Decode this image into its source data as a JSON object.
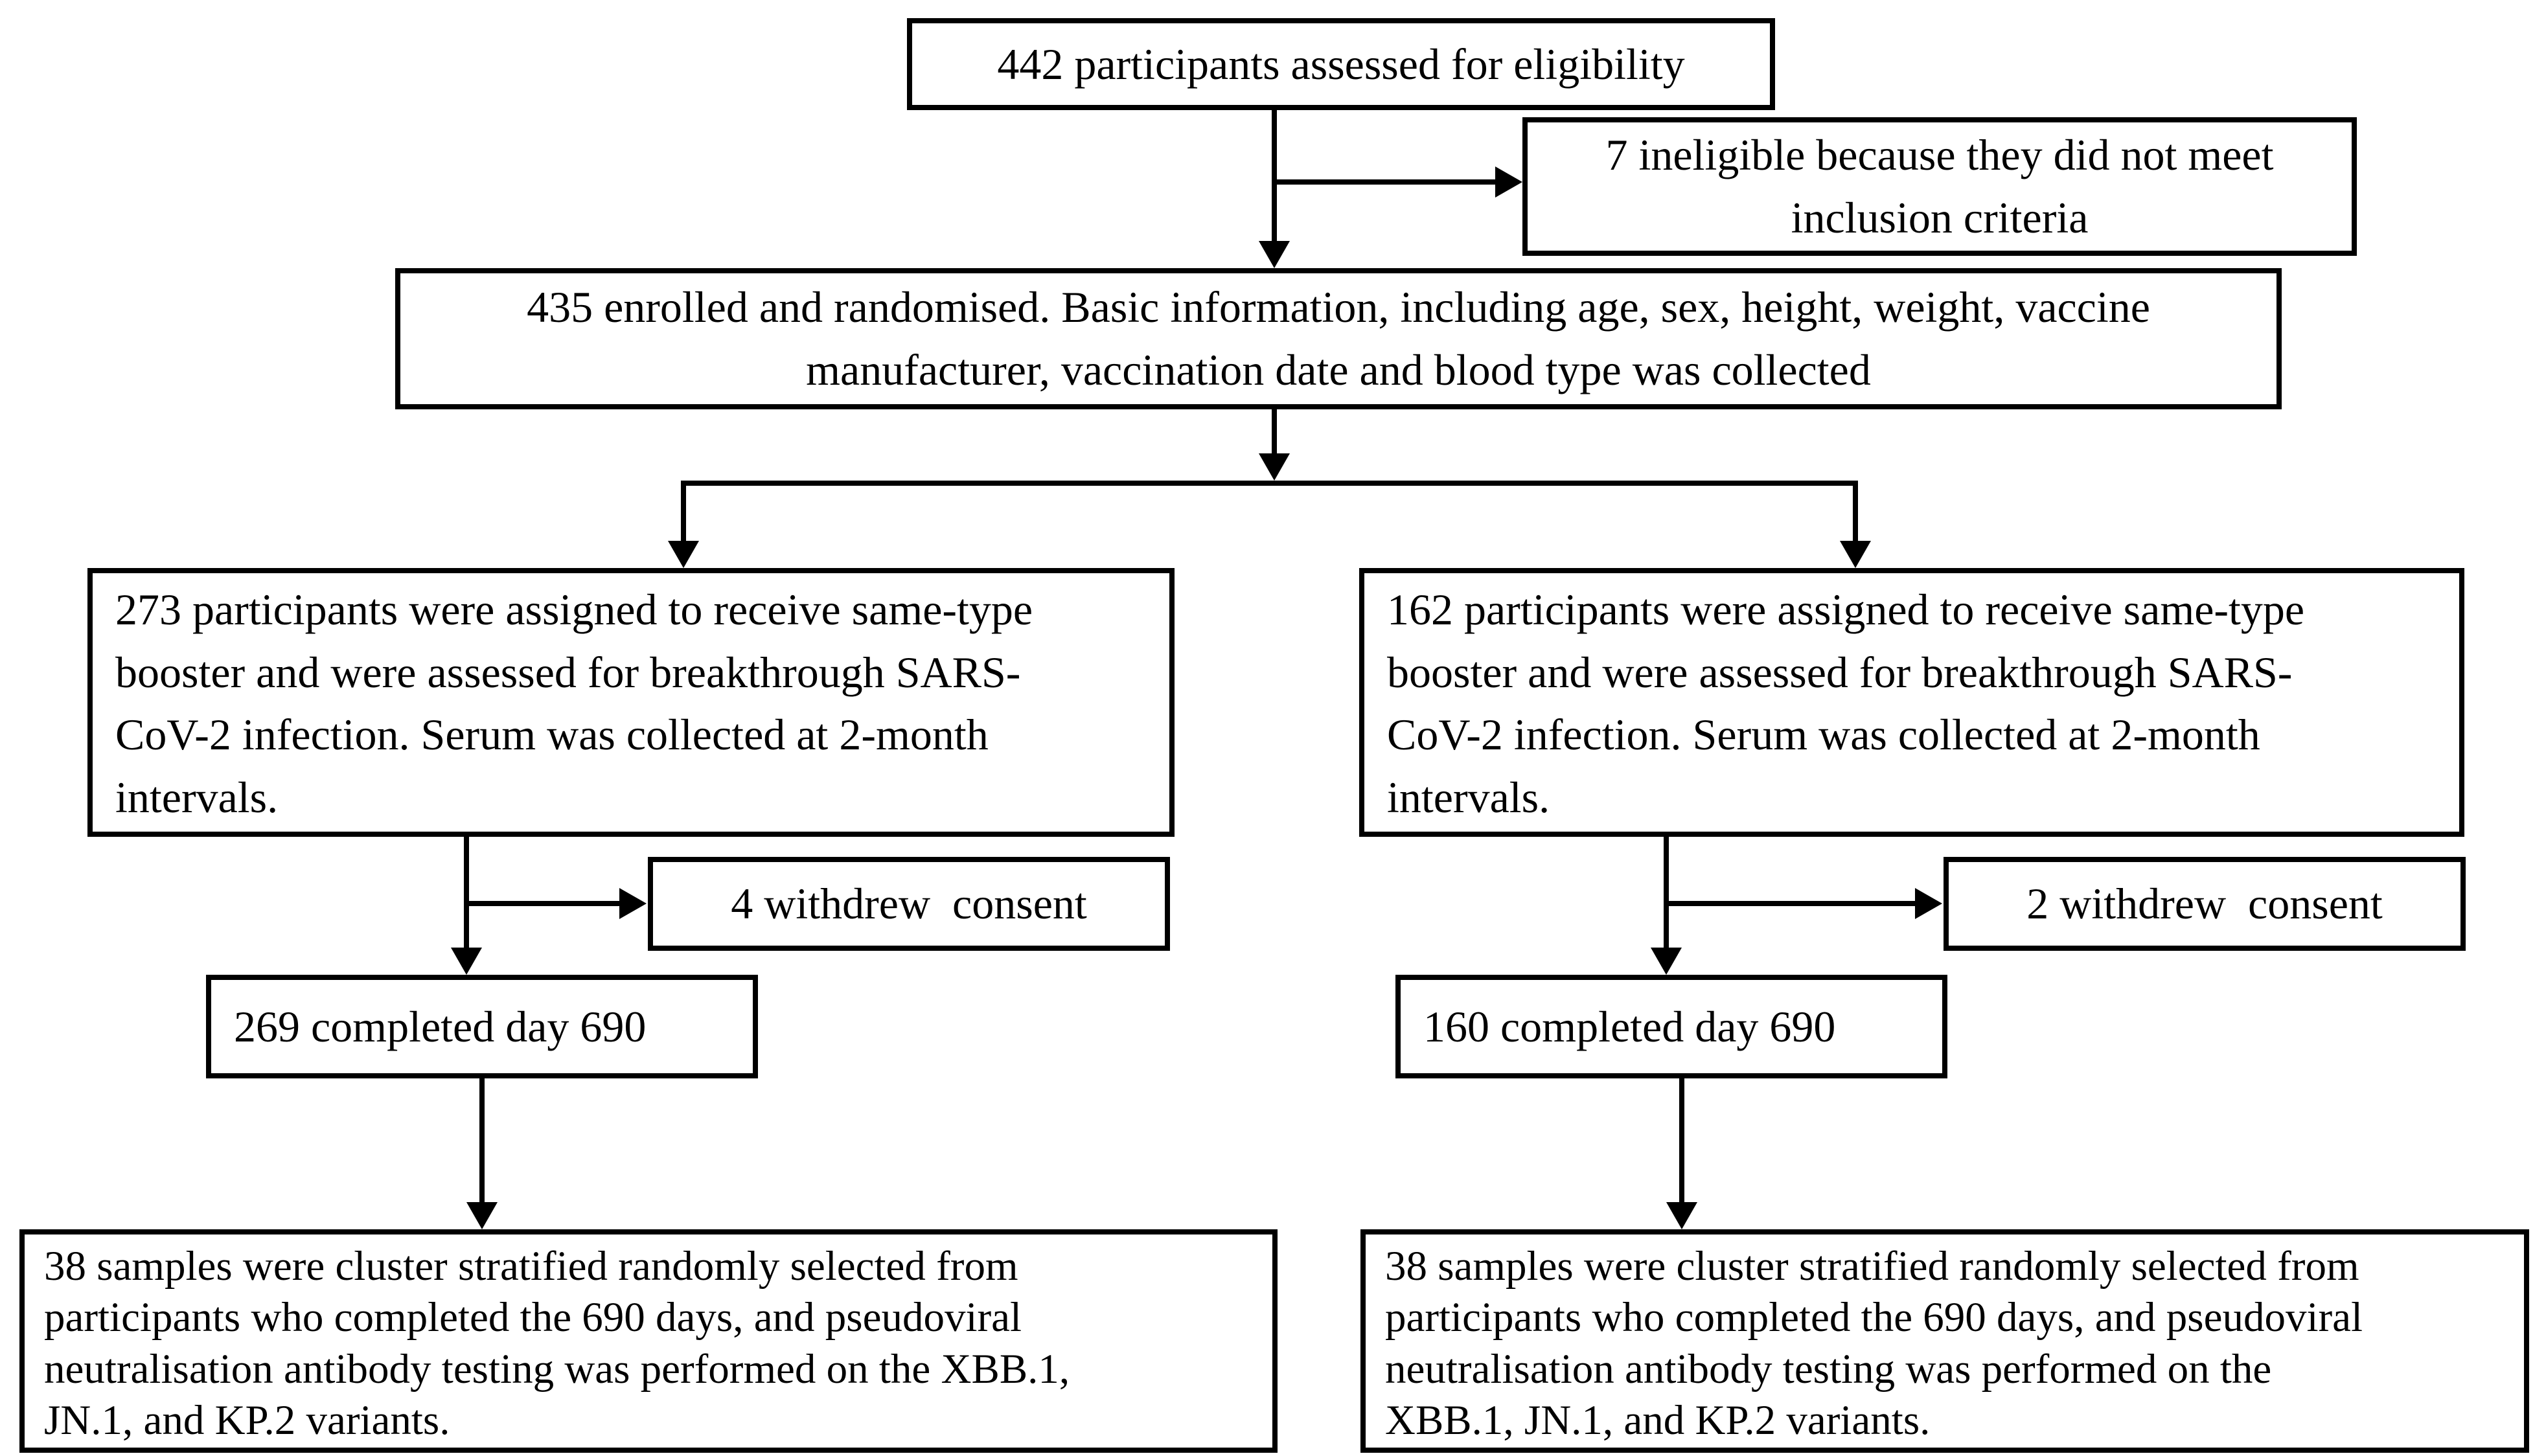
{
  "figure": {
    "type": "participant-flow-diagram",
    "background_color": "#ffffff",
    "line_color": "#000000",
    "text_color": "#000000"
  },
  "boxes": {
    "eligibility": {
      "label": "442 participants assessed for eligibility"
    },
    "ineligible": {
      "label": "7 ineligible because they did not meet\ninclusion criteria"
    },
    "enrolled": {
      "label": "435 enrolled and randomised. Basic information, including age, sex, height, weight, vaccine\nmanufacturer, vaccination date and blood type was collected"
    },
    "assign_left": {
      "label": "273 participants were assigned to receive same-type\nbooster and were assessed for breakthrough SARS-\nCoV-2 infection. Serum was collected at 2-month\nintervals."
    },
    "assign_right": {
      "label": "162 participants were assigned to receive same-type\nbooster and were assessed for breakthrough SARS-\nCoV-2 infection. Serum was collected at 2-month\nintervals."
    },
    "withdrew_left": {
      "label": "4 withdrew  consent"
    },
    "withdrew_right": {
      "label": "2 withdrew  consent"
    },
    "completed_left": {
      "label": "269 completed day 690"
    },
    "completed_right": {
      "label": "160 completed day 690"
    },
    "samples_left": {
      "label": "38 samples were cluster stratified randomly selected from\nparticipants who completed the 690 days, and pseudoviral\nneutralisation antibody testing was performed on the XBB.1,\nJN.1, and KP.2 variants."
    },
    "samples_right": {
      "label": "38 samples were cluster stratified randomly selected from\nparticipants who completed the 690 days, and pseudoviral\nneutralisation antibody testing was performed on the\nXBB.1, JN.1, and KP.2 variants."
    }
  }
}
